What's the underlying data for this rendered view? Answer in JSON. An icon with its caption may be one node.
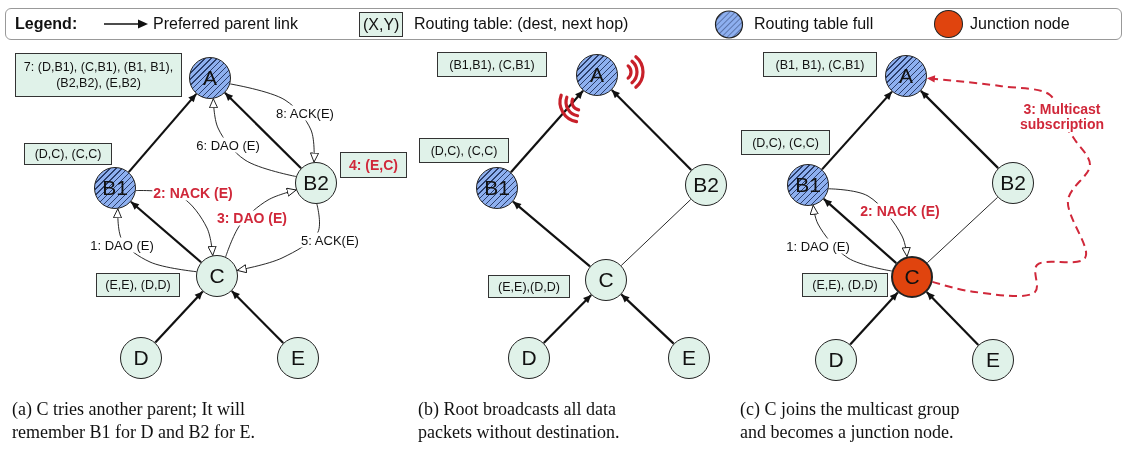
{
  "diagram": {
    "nodes": [
      {
        "text": [
          "A"
        ]
      },
      {
        "text": [
          "B1"
        ]
      },
      {
        "text": [
          "B2"
        ]
      },
      {
        "text": [
          "C"
        ]
      },
      {
        "text": [
          "D"
        ]
      },
      {
        "text": [
          "E"
        ]
      },
      {
        "text": [
          "7: (D,B1), (C,B1), (B1, B1), (B2,B2), (E,B2)"
        ]
      },
      {
        "text": [
          "(D,C), (C,C)"
        ]
      },
      {
        "text": [
          "4: (E,C)"
        ]
      },
      {
        "text": [
          "(E,E), (D,D)"
        ]
      },
      {
        "text": [
          "A"
        ]
      },
      {
        "text": [
          "B1"
        ]
      },
      {
        "text": [
          "B2"
        ]
      },
      {
        "text": [
          "C"
        ]
      },
      {
        "text": [
          "D"
        ]
      },
      {
        "text": [
          "E"
        ]
      },
      {
        "text": [
          "(B1,B1), (C,B1)"
        ]
      },
      {
        "text": [
          "(D,C), (C,C)"
        ]
      },
      {
        "text": [
          "(E,E),(D,D)"
        ]
      },
      {
        "text": [
          "A"
        ]
      },
      {
        "text": [
          "B1"
        ]
      },
      {
        "text": [
          "B2"
        ]
      },
      {
        "text": [
          "C"
        ]
      },
      {
        "text": [
          "D"
        ]
      },
      {
        "text": [
          "E"
        ]
      },
      {
        "text": [
          "(B1, B1), (C,B1)"
        ]
      },
      {
        "text": [
          "(D,C), (C,C)"
        ]
      },
      {
        "text": [
          "(E,E), (D,D)"
        ]
      }
    ],
    "edges": [
      {
        "from": 4,
        "to": 3,
        "arrow": "to"
      },
      {
        "from": 5,
        "to": 3,
        "arrow": "to"
      },
      {
        "from": 3,
        "to": 1,
        "arrow": "to"
      },
      {
        "from": 1,
        "to": 0,
        "arrow": "to"
      },
      {
        "from": 2,
        "to": 0,
        "arrow": "to"
      },
      {
        "from": 3,
        "to": 1,
        "arrow": "to",
        "label": "1: DAO (E)"
      },
      {
        "from": 1,
        "to": 3,
        "arrow": "to",
        "label": "2: NACK (E)"
      },
      {
        "from": 3,
        "to": 2,
        "arrow": "to",
        "label": "3: DAO (E)"
      },
      {
        "from": 2,
        "to": 3,
        "arrow": "to",
        "label": "5: ACK(E)"
      },
      {
        "from": 2,
        "to": 0,
        "arrow": "to",
        "label": "6: DAO (E)"
      },
      {
        "from": 0,
        "to": 2,
        "arrow": "to",
        "label": "8: ACK(E)"
      },
      {
        "from": 14,
        "to": 13,
        "arrow": "to"
      },
      {
        "from": 15,
        "to": 13,
        "arrow": "to"
      },
      {
        "from": 13,
        "to": 11,
        "arrow": "to"
      },
      {
        "from": 11,
        "to": 10,
        "arrow": "to"
      },
      {
        "from": 12,
        "to": 10,
        "arrow": "to"
      },
      {
        "from": 13,
        "to": 12,
        "arrow": "none"
      },
      {
        "from": 23,
        "to": 22,
        "arrow": "to"
      },
      {
        "from": 24,
        "to": 22,
        "arrow": "to"
      },
      {
        "from": 22,
        "to": 20,
        "arrow": "to"
      },
      {
        "from": 20,
        "to": 19,
        "arrow": "to"
      },
      {
        "from": 21,
        "to": 19,
        "arrow": "to"
      },
      {
        "from": 22,
        "to": 21,
        "arrow": "none"
      },
      {
        "from": 22,
        "to": 20,
        "arrow": "to",
        "label": "1: DAO (E)"
      },
      {
        "from": 20,
        "to": 22,
        "arrow": "to",
        "label": "2: NACK (E)"
      },
      {
        "from": 22,
        "to": 19,
        "arrow": "to",
        "label": "3: Multicast subscription",
        "style": "dashed",
        "color": "#d0283a"
      }
    ],
    "labels": [
      "Legend:",
      "(X,Y)",
      "(a) C tries another parent; It will remember B1 for D and B2 for E.",
      "(b) Root broadcasts all data packets without destination.",
      "(c) C joins the multicast group and becomes a junction node."
    ],
    "legend": [
      {
        "text": "Preferred parent link"
      },
      {
        "text": "Routing table: (dest, next hop)",
        "color": "#e0f2e9"
      },
      {
        "text": "Routing table full"
      },
      {
        "text": "Junction node",
        "color": "#e0440e"
      }
    ]
  }
}
